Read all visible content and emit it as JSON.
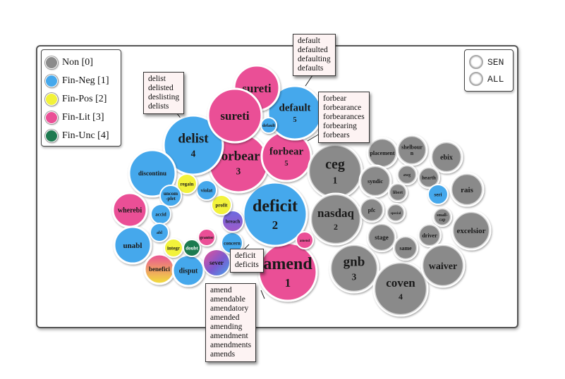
{
  "legend": {
    "items": [
      {
        "label": "Non [0]",
        "color": "#8a8a8a"
      },
      {
        "label": "Fin-Neg [1]",
        "color": "#45a8ec"
      },
      {
        "label": "Fin-Pos [2]",
        "color": "#f2f23a"
      },
      {
        "label": "Fin-Lit [3]",
        "color": "#ea5096"
      },
      {
        "label": "Fin-Unc [4]",
        "color": "#1e7a50"
      }
    ]
  },
  "view_toggle": {
    "options": [
      "SEN",
      "ALL"
    ]
  },
  "tooltips": [
    {
      "id": "delist",
      "words": [
        "delist",
        "delisted",
        "deslisting",
        "delists"
      ]
    },
    {
      "id": "default",
      "words": [
        "default",
        "defaulted",
        "defaulting",
        "defaults"
      ]
    },
    {
      "id": "forbear",
      "words": [
        "forbear",
        "forbearance",
        "forbearances",
        "forbearing",
        "forbears"
      ]
    },
    {
      "id": "deficit",
      "words": [
        "deficit",
        "deficits"
      ]
    },
    {
      "id": "amend",
      "words": [
        "amend",
        "amendable",
        "amendatory",
        "amended",
        "amending",
        "amendment",
        "amendments",
        "amends"
      ]
    }
  ],
  "bubbles": [
    {
      "word": "amend",
      "count": "1",
      "category": "Fin-Lit"
    },
    {
      "word": "deficit",
      "count": "2",
      "category": "Fin-Neg"
    },
    {
      "word": "forbear",
      "count": "3",
      "category": "Fin-Lit"
    },
    {
      "word": "delist",
      "count": "4",
      "category": "Fin-Neg"
    },
    {
      "word": "forbear",
      "count": "5",
      "category": "Fin-Lit"
    },
    {
      "word": "default",
      "count": "5",
      "category": "Fin-Neg"
    },
    {
      "word": "sureti",
      "count": "",
      "category": "Fin-Lit"
    },
    {
      "word": "sureti",
      "count": "",
      "category": "Fin-Lit"
    },
    {
      "word": "default",
      "count": "",
      "category": "Fin-Neg"
    },
    {
      "word": "discontinu",
      "count": "",
      "category": "Fin-Neg"
    },
    {
      "word": "wherebi",
      "count": "",
      "category": "Fin-Lit"
    },
    {
      "word": "unabl",
      "count": "",
      "category": "Fin-Neg"
    },
    {
      "word": "benefici",
      "count": "",
      "category": "mixed"
    },
    {
      "word": "disput",
      "count": "",
      "category": "Fin-Neg"
    },
    {
      "word": "sever",
      "count": "",
      "category": "mixed"
    },
    {
      "word": "concern",
      "count": "",
      "category": "Fin-Neg"
    },
    {
      "word": "breach",
      "count": "",
      "category": "mixed"
    },
    {
      "word": "profit",
      "count": "",
      "category": "Fin-Pos"
    },
    {
      "word": "violat",
      "count": "",
      "category": "Fin-Neg"
    },
    {
      "word": "regain",
      "count": "",
      "category": "Fin-Pos"
    },
    {
      "word": "uncom -plet",
      "count": "",
      "category": "Fin-Neg"
    },
    {
      "word": "accid",
      "count": "",
      "category": "Fin-Neg"
    },
    {
      "word": "abl",
      "count": "",
      "category": "Fin-Neg"
    },
    {
      "word": "integr",
      "count": "",
      "category": "Fin-Pos"
    },
    {
      "word": "doubt",
      "count": "",
      "category": "Fin-Unc"
    },
    {
      "word": "grantor",
      "count": "",
      "category": "Fin-Lit"
    },
    {
      "word": "amend",
      "count": "",
      "category": "Fin-Lit"
    },
    {
      "word": "ceg",
      "count": "1",
      "category": "Non"
    },
    {
      "word": "nasdaq",
      "count": "2",
      "category": "Non"
    },
    {
      "word": "gnb",
      "count": "3",
      "category": "Non"
    },
    {
      "word": "coven",
      "count": "4",
      "category": "Non"
    },
    {
      "word": "placement",
      "count": "",
      "category": "Non"
    },
    {
      "word": "shelbour n",
      "count": "",
      "category": "Non"
    },
    {
      "word": "ebix",
      "count": "",
      "category": "Non"
    },
    {
      "word": "syndic",
      "count": "",
      "category": "Non"
    },
    {
      "word": "awg",
      "count": "",
      "category": "Non"
    },
    {
      "word": "hearth",
      "count": "",
      "category": "Non"
    },
    {
      "word": "libert",
      "count": "",
      "category": "Non"
    },
    {
      "word": "seri",
      "count": "",
      "category": "Fin-Neg"
    },
    {
      "word": "rais",
      "count": "",
      "category": "Non"
    },
    {
      "word": "pfc",
      "count": "",
      "category": "Non"
    },
    {
      "word": "special",
      "count": "",
      "category": "Non"
    },
    {
      "word": "small- cap",
      "count": "",
      "category": "Non"
    },
    {
      "word": "stage",
      "count": "",
      "category": "Non"
    },
    {
      "word": "excelsior",
      "count": "",
      "category": "Non"
    },
    {
      "word": "driver",
      "count": "",
      "category": "Non"
    },
    {
      "word": "same",
      "count": "",
      "category": "Non"
    },
    {
      "word": "waiver",
      "count": "",
      "category": "Non"
    }
  ]
}
